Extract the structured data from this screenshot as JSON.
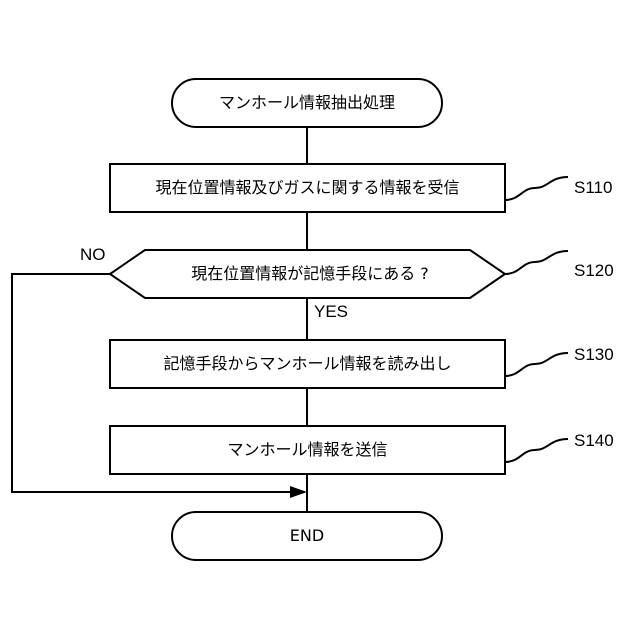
{
  "flowchart": {
    "start": "マンホール情報抽出処理",
    "steps": [
      {
        "text": "現在位置情報及びガスに関する情報を受信",
        "id": "S110"
      },
      {
        "text": "現在位置情報が記憶手段にある ?",
        "id": "S120"
      },
      {
        "text": "記憶手段からマンホール情報を読み出し",
        "id": "S130"
      },
      {
        "text": "マンホール情報を送信",
        "id": "S140"
      }
    ],
    "branch_no": "NO",
    "branch_yes": "YES",
    "end": "END"
  },
  "colors": {
    "stroke": "#000000",
    "background": "#ffffff"
  }
}
